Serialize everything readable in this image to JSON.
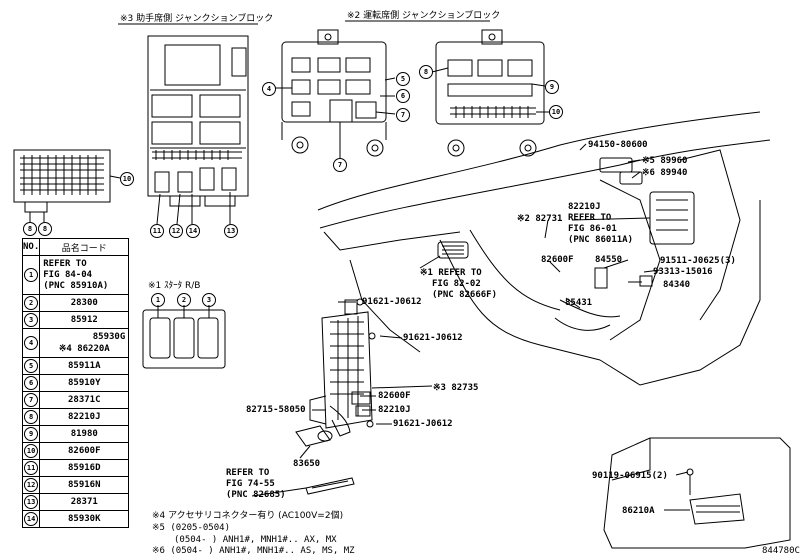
{
  "headers": {
    "left_block": "※3 助手席側 ジャンクションブロック",
    "right_block": "※2 運転席側 ジャンクションブロック",
    "starter": "※1 ｽﾀｰﾀ R/B"
  },
  "table": {
    "col_no": "NO.",
    "col_code": "品名コード",
    "rows": [
      {
        "no": "1",
        "lines": [
          "REFER TO",
          "FIG 84-04",
          "(PNC 85910A)"
        ]
      },
      {
        "no": "2",
        "lines": [
          "28300"
        ]
      },
      {
        "no": "3",
        "lines": [
          "85912"
        ]
      },
      {
        "no": "4",
        "lines": [
          "85930G",
          "※4 86220A"
        ]
      },
      {
        "no": "5",
        "lines": [
          "85911A"
        ]
      },
      {
        "no": "6",
        "lines": [
          "85910Y"
        ]
      },
      {
        "no": "7",
        "lines": [
          "28371C"
        ]
      },
      {
        "no": "8",
        "lines": [
          "82210J"
        ]
      },
      {
        "no": "9",
        "lines": [
          "81980"
        ]
      },
      {
        "no": "10",
        "lines": [
          "82600F"
        ]
      },
      {
        "no": "11",
        "lines": [
          "85916D"
        ]
      },
      {
        "no": "12",
        "lines": [
          "85916N"
        ]
      },
      {
        "no": "13",
        "lines": [
          "28371"
        ]
      },
      {
        "no": "14",
        "lines": [
          "85930K"
        ]
      }
    ]
  },
  "callouts": {
    "c1": "1",
    "c2": "2",
    "c3": "3",
    "c4": "4",
    "c5": "5",
    "c6": "6",
    "c7": "7",
    "c8": "8",
    "c9": "9",
    "c10": "10",
    "c11": "11",
    "c12": "12",
    "c13": "13",
    "c14": "14"
  },
  "labels": {
    "p94150": "94150-80600",
    "p89960": "※5 89960",
    "p89940": "※6 89940",
    "p82210j_ref1": "82210J",
    "p82210j_ref2": "REFER TO",
    "p82210j_ref3": "FIG 86-01",
    "p82210j_ref4": "(PNC 86011A)",
    "p82731": "※2 82731",
    "ref1_a": "※1 REFER TO",
    "ref1_b": "FIG 82-02",
    "ref1_c": "(PNC 82666F)",
    "p82600f_a": "82600F",
    "p84550": "84550",
    "p91511": "91511-J0625(3)",
    "p93313": "93313-15016",
    "p84340": "84340",
    "p85431": "85431",
    "p91621_a": "91621-J0612",
    "p91621_b": "91621-J0612",
    "p91621_c": "91621-J0612",
    "p82735": "※3 82735",
    "p82600f_b": "82600F",
    "p82210j_b": "82210J",
    "p82715": "82715-58050",
    "p83650": "83650",
    "ref2_a": "REFER TO",
    "ref2_b": "FIG 74-55",
    "ref2_c": "(PNC 82685)",
    "p90119": "90119-06915(2)",
    "p86210a": "86210A",
    "diagram_id": "844780C"
  },
  "notes": {
    "n4": "※4 アクセサリコネクター有り (AC100V=2個)",
    "n5a": "※5 (0205-0504)",
    "n5b": "(0504-    ) ANH1#, MNH1#.. AX, MX",
    "n6": "※6 (0504-    ) ANH1#, MNH1#.. AS, MS, MZ"
  }
}
